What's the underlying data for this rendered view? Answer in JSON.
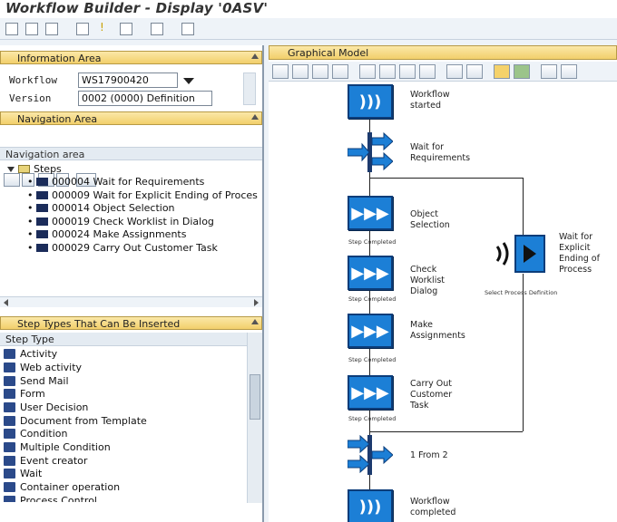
{
  "window": {
    "title": "Workflow Builder - Display '0ASV'"
  },
  "info_area": {
    "header": "Information Area",
    "workflow_label": "Workflow",
    "workflow_value": "WS17900420",
    "version_label": "Version",
    "version_value": "0002 (0000) Definition"
  },
  "navigation": {
    "header": "Navigation Area",
    "area_label": "Navigation area",
    "root": "Steps",
    "items": [
      {
        "id": "000004",
        "label": "Wait for Requirements",
        "icon": "wait-step-icon"
      },
      {
        "id": "000009",
        "label": "Wait for Explicit Ending of Proces",
        "icon": "wait-event-icon"
      },
      {
        "id": "000014",
        "label": "Object Selection",
        "icon": "activity-icon"
      },
      {
        "id": "000019",
        "label": "Check Worklist in Dialog",
        "icon": "activity-icon"
      },
      {
        "id": "000024",
        "label": "Make Assignments",
        "icon": "activity-icon"
      },
      {
        "id": "000029",
        "label": "Carry Out Customer Task",
        "icon": "activity-icon"
      }
    ]
  },
  "step_types": {
    "header": "Step Types That Can Be Inserted",
    "column": "Step Type",
    "items": [
      "Activity",
      "Web activity",
      "Send Mail",
      "Form",
      "User Decision",
      "Document from Template",
      "Condition",
      "Multiple Condition",
      "Event creator",
      "Wait",
      "Container operation",
      "Process Control"
    ]
  },
  "graphical_model": {
    "header": "Graphical Model",
    "nodes": [
      {
        "label": "Workflow\nstarted",
        "icon": "event-icon"
      },
      {
        "label": "Wait for\nRequirements",
        "icon": "fork-icon"
      },
      {
        "label": "Object\nSelection",
        "icon": "activity-icon",
        "outcome": "Step Completed"
      },
      {
        "label": "Check\nWorklist\nDialog",
        "icon": "activity-icon",
        "outcome": "Step Completed"
      },
      {
        "label": "Make\nAssignments",
        "icon": "activity-icon",
        "outcome": "Step Completed"
      },
      {
        "label": "Carry Out\nCustomer\nTask",
        "icon": "activity-icon",
        "outcome": "Step Completed"
      },
      {
        "label": "1 From 2",
        "icon": "join-icon"
      },
      {
        "label": "Workflow\ncompleted",
        "icon": "event-icon"
      }
    ],
    "side_node": {
      "label": "Wait for\nExplicit\nEnding of\nProcess",
      "icon": "wait-event-icon",
      "outcome": "Select Process Definition"
    }
  }
}
